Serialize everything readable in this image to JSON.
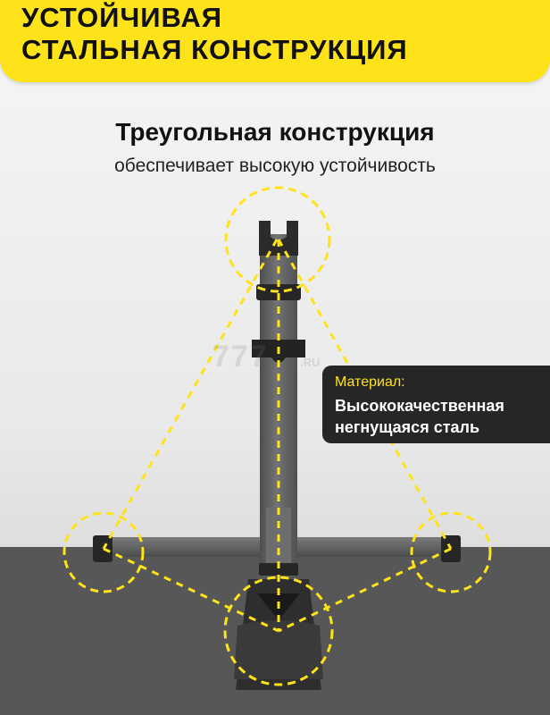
{
  "banner": {
    "line1": "Устойчивая",
    "line2": "стальная конструкция",
    "color": "#ffe31a"
  },
  "heading": "Треугольная конструкция",
  "subheading": "обеспечивает высокую устойчивость",
  "material": {
    "label": "Материал:",
    "text": "Высококачественная негнущаяся сталь",
    "label_color": "#ffe31a",
    "box_color": "#262626"
  },
  "watermark": {
    "main": "777",
    "suffix": ".RU"
  },
  "colors": {
    "highlight": "#ffe31a",
    "floor": "#575757",
    "stand_steel": "#5f6062",
    "stand_plastic": "#2b2b2b"
  }
}
